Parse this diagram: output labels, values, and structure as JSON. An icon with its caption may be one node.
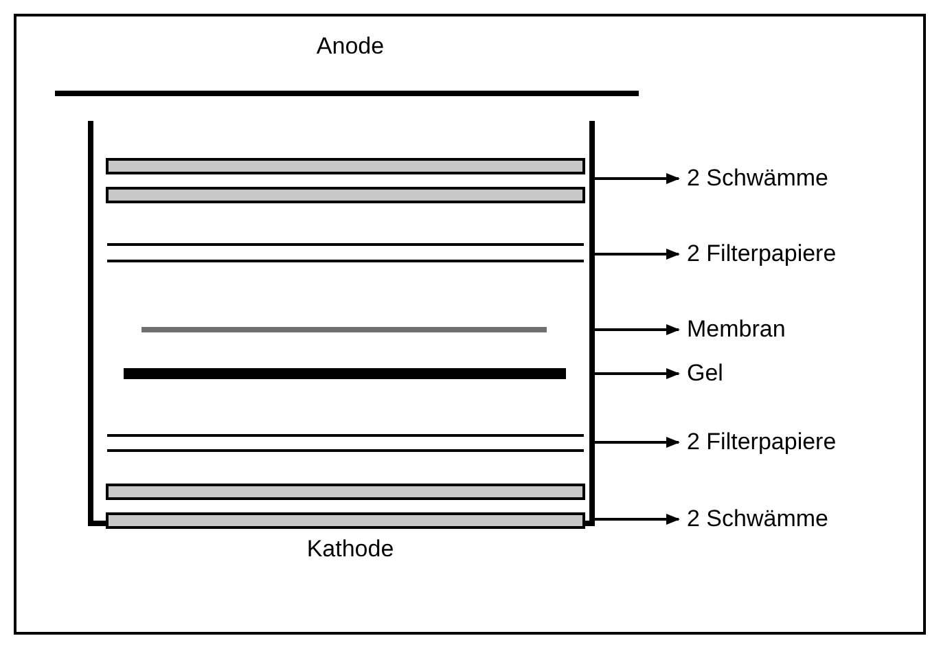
{
  "diagram": {
    "nodes": [
      {
        "text": [
          "2 Schwämme"
        ]
      },
      {
        "text": [
          "2 Filterpapiere"
        ]
      },
      {
        "text": [
          "Membran"
        ]
      },
      {
        "text": [
          "Gel"
        ]
      },
      {
        "text": [
          "2 Filterpapiere"
        ]
      },
      {
        "text": [
          "2 Schwämme"
        ]
      }
    ],
    "edges": [
      {
        "from": null,
        "to": 0,
        "arrow": "to"
      },
      {
        "from": null,
        "to": 1,
        "arrow": "to"
      },
      {
        "from": null,
        "to": 2,
        "arrow": "to"
      },
      {
        "from": null,
        "to": 3,
        "arrow": "to"
      },
      {
        "from": null,
        "to": 4,
        "arrow": "to"
      },
      {
        "from": null,
        "to": 5,
        "arrow": "to"
      }
    ],
    "labels": [
      "Anode",
      "Kathode"
    ]
  }
}
